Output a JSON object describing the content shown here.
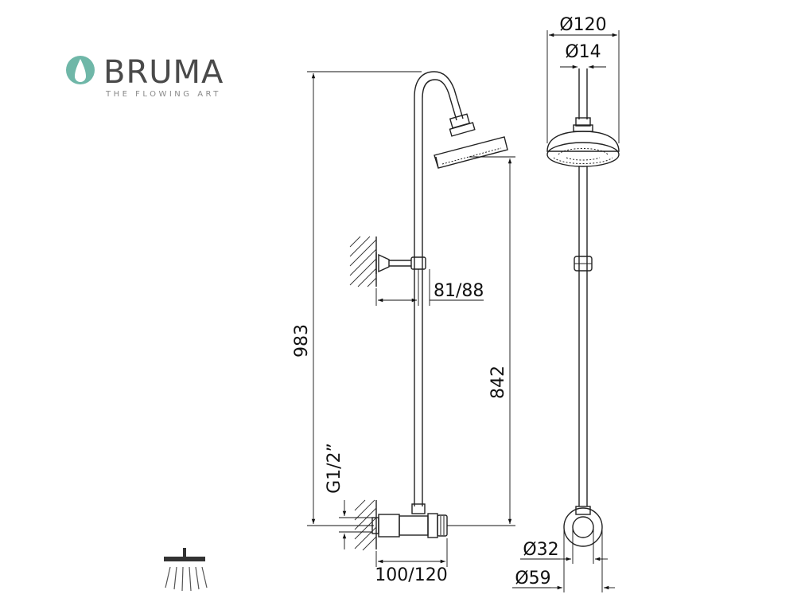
{
  "brand": {
    "name": "BRUMA",
    "tagline": "THE FLOWING ART",
    "drop_color": "#6fb7a8",
    "text_color": "#4a4a4a"
  },
  "dimensions": {
    "total_height": "983",
    "head_height": "842",
    "bracket": "81/88",
    "thread": "G1/2”",
    "mixer_width": "100/120",
    "head_diameter": "Ø120",
    "arm_diameter": "Ø14",
    "inner_diameter": "Ø32",
    "outer_diameter": "Ø59"
  },
  "icon": "shower-head-icon"
}
